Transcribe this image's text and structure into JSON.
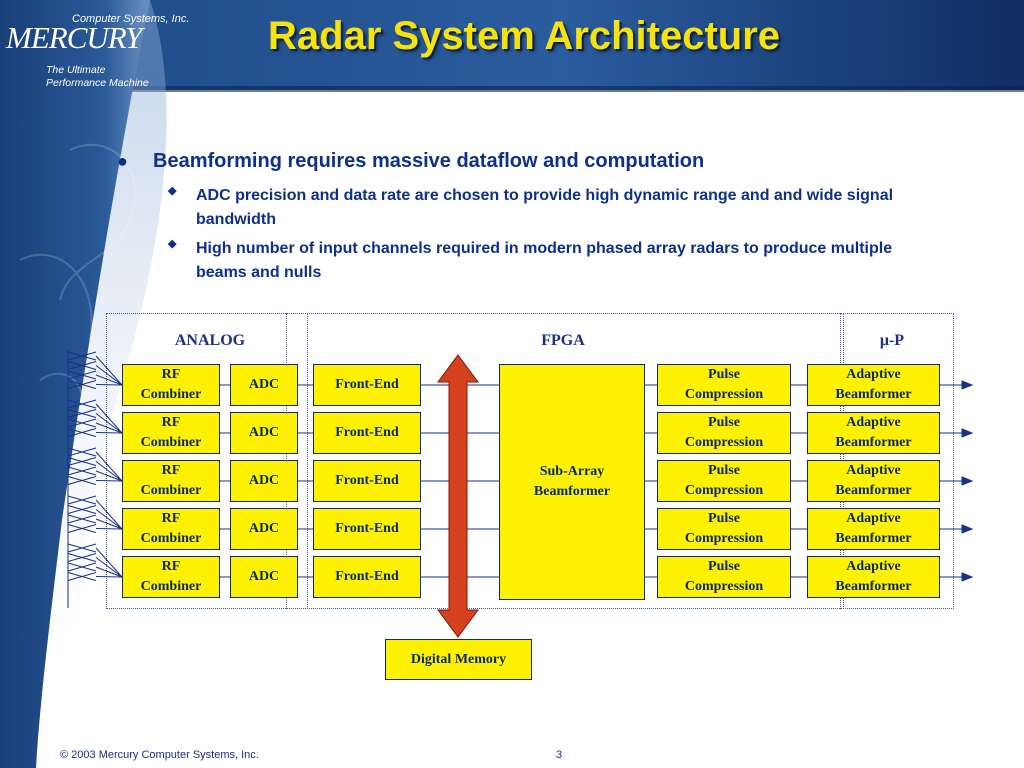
{
  "logo": {
    "company": "Computer Systems, Inc.",
    "wordmark": "MERCURY",
    "tagline_line1": "The Ultimate",
    "tagline_line2": "Performance Machine"
  },
  "slide": {
    "title": "Radar System Architecture",
    "bullets": {
      "main": "Beamforming requires massive dataflow and computation",
      "sub1": "ADC precision and data rate are chosen to provide high dynamic range and and wide signal bandwidth",
      "sub2": "High number of input channels required in modern phased array radars to produce multiple beams and nulls"
    }
  },
  "diagram": {
    "regions": {
      "analog": "ANALOG",
      "fpga": "FPGA",
      "mp": "μ-P"
    },
    "rows": [
      {
        "rf_line1": "RF",
        "rf_line2": "Combiner",
        "adc": "ADC",
        "front_end": "Front-End",
        "pulse_line1": "Pulse",
        "pulse_line2": "Compression",
        "adaptive_line1": "Adaptive",
        "adaptive_line2": "Beamformer"
      },
      {
        "rf_line1": "RF",
        "rf_line2": "Combiner",
        "adc": "ADC",
        "front_end": "Front-End",
        "pulse_line1": "Pulse",
        "pulse_line2": "Compression",
        "adaptive_line1": "Adaptive",
        "adaptive_line2": "Beamformer"
      },
      {
        "rf_line1": "RF",
        "rf_line2": "Combiner",
        "adc": "ADC",
        "front_end": "Front-End",
        "pulse_line1": "Pulse",
        "pulse_line2": "Compression",
        "adaptive_line1": "Adaptive",
        "adaptive_line2": "Beamformer"
      },
      {
        "rf_line1": "RF",
        "rf_line2": "Combiner",
        "adc": "ADC",
        "front_end": "Front-End",
        "pulse_line1": "Pulse",
        "pulse_line2": "Compression",
        "adaptive_line1": "Adaptive",
        "adaptive_line2": "Beamformer"
      },
      {
        "rf_line1": "RF",
        "rf_line2": "Combiner",
        "adc": "ADC",
        "front_end": "Front-End",
        "pulse_line1": "Pulse",
        "pulse_line2": "Compression",
        "adaptive_line1": "Adaptive",
        "adaptive_line2": "Beamformer"
      }
    ],
    "sub_array_line1": "Sub-Array",
    "sub_array_line2": "Beamformer",
    "memory": "Digital Memory"
  },
  "footer": {
    "copyright": "© 2003 Mercury Computer Systems, Inc.",
    "page_number": "3"
  },
  "colors": {
    "navy": "#0e2f8c",
    "title_yellow": "#f6e30a",
    "box_yellow": "#fff200",
    "arrow_red": "#d7401c",
    "sidebar_blue": "#1d4a86"
  }
}
